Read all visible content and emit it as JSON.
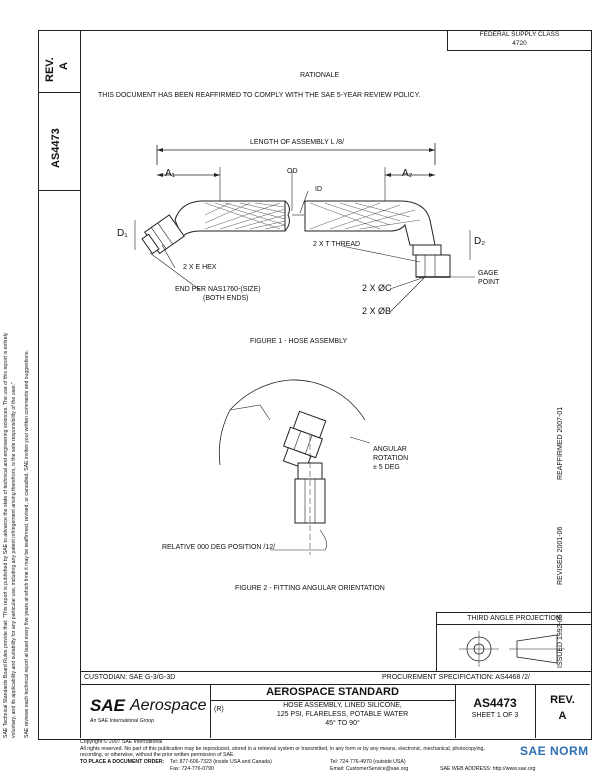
{
  "left_column": {
    "rev_label": "REV.",
    "rev_value": "A",
    "doc_number": "AS4473",
    "disclaimer_1": "SAE Technical Standards Board Rules provide that: \"This report is published by SAE to advance the state of technical and engineering sciences. The use of this report is entirely",
    "disclaimer_2": "voluntary, and its applicability and suitability for any particular use, including any patent infringement arising therefrom, is the sole responsibility of the user.\"",
    "disclaimer_3": "SAE reviews each technical report at least every five years at which time it may be reaffirmed, revised, or cancelled. SAE invites your written comments and suggestions."
  },
  "header": {
    "federal_supply_class_label": "FEDERAL SUPPLY CLASS",
    "federal_supply_class_value": "4720",
    "rationale_title": "RATIONALE",
    "rationale_text": "THIS DOCUMENT HAS BEEN REAFFIRMED TO COMPLY WITH THE SAE 5-YEAR REVIEW POLICY."
  },
  "figure1": {
    "length_label": "LENGTH OF ASSEMBLY L /8/",
    "a1": "A₁",
    "a2": "A₂",
    "od": "OD",
    "id": "ID",
    "d1": "D₁",
    "d2": "D₂",
    "hex": "2 X E HEX",
    "end_per_1": "END PER NAS1760-(SIZE)",
    "end_per_2": "(BOTH ENDS)",
    "thread": "2 X T THREAD",
    "dia_c": "2 X ØC",
    "dia_b": "2 X ØB",
    "gage_1": "GAGE",
    "gage_2": "POINT",
    "caption": "FIGURE 1 - HOSE ASSEMBLY"
  },
  "figure2": {
    "angular_1": "ANGULAR",
    "angular_2": "ROTATION",
    "angular_3": "± 5 DEG",
    "relative": "RELATIVE 000 DEG POSITION /12/",
    "caption": "FIGURE 2 - FITTING ANGULAR ORIENTATION"
  },
  "right_margin": {
    "reaffirmed": "REAFFIRMED 2007-01",
    "revised": "REVISED 2001-06",
    "issued": "ISSUED 1992-05"
  },
  "third_angle": {
    "label": "THIRD ANGLE PROJECTION"
  },
  "custodian": {
    "label": "CUSTODIAN:  SAE G-3/G-3D",
    "procurement": "PROCUREMENT SPECIFICATION: AS4468 /2/"
  },
  "title_block": {
    "logo_sae": "SAE",
    "logo_aerospace": "Aerospace",
    "logo_tagline": "An SAE International Group",
    "standard_title": "AEROSPACE STANDARD",
    "r_mark": "(R)",
    "description_1": "HOSE ASSEMBLY, LINED SILICONE,",
    "description_2": "125 PSI, FLARELESS, POTABLE WATER",
    "description_3": "45° TO 90°",
    "doc_number": "AS4473",
    "sheet": "SHEET 1 OF 3",
    "rev_label": "REV.",
    "rev_value": "A"
  },
  "footer": {
    "copyright": "Copyright © 2007 SAE International",
    "rights": "All rights reserved. No part of this publication may be reproduced, stored in a retrieval system or transmitted, in any form or by any means, electronic, mechanical, photocopying,",
    "rights_2": "recording, or otherwise, without the prior written permission of SAE.",
    "order_label": "TO PLACE A DOCUMENT ORDER:",
    "tel_1": "Tel:  877-606-7323 (inside USA and Canada)",
    "fax": "Fax: 724-776-0790",
    "tel_2": "Tel:  724-776-4970 (outside USA)",
    "email": "Email: CustomerService@sae.org",
    "web": "SAE WEB ADDRESS: http://www.sae.org",
    "watermark": "SAE NORM"
  }
}
